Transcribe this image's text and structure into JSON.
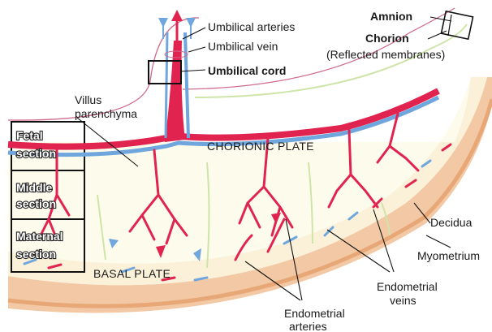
{
  "labels": {
    "umbilical_arteries": "Umbilical arteries",
    "umbilical_vein": "Umbilical vein",
    "umbilical_cord": "Umbilical cord",
    "amnion": "Amnion",
    "chorion": "Chorion",
    "reflected_membranes": "(Reflected membranes)",
    "villus_line1": "Villus",
    "villus_line2": "parenchyma",
    "chorionic_plate": "CHORIONIC PLATE",
    "fetal_line1": "Fetal",
    "fetal_line2": "section",
    "middle_line1": "Middle",
    "middle_line2": "section",
    "maternal_line1": "Maternal",
    "maternal_line2": "section",
    "basal_plate": "BASAL PLATE",
    "decidua": "Decidua",
    "myometrium": "Myometrium",
    "endometrial_veins_line1": "Endometrial",
    "endometrial_veins_line2": "veins",
    "endometrial_arteries_line1": "Endometrial",
    "endometrial_arteries_line2": "arteries"
  },
  "colors": {
    "artery": "#e0234f",
    "vein": "#6fa6dd",
    "myometrium": "#f2c9a4",
    "myometrium_dark": "#e8a777",
    "decidua": "#fbf1d9",
    "villus_space": "#fdfbec",
    "villus_outline": "#cfe4a8",
    "membrane": "#cf6b8d"
  }
}
